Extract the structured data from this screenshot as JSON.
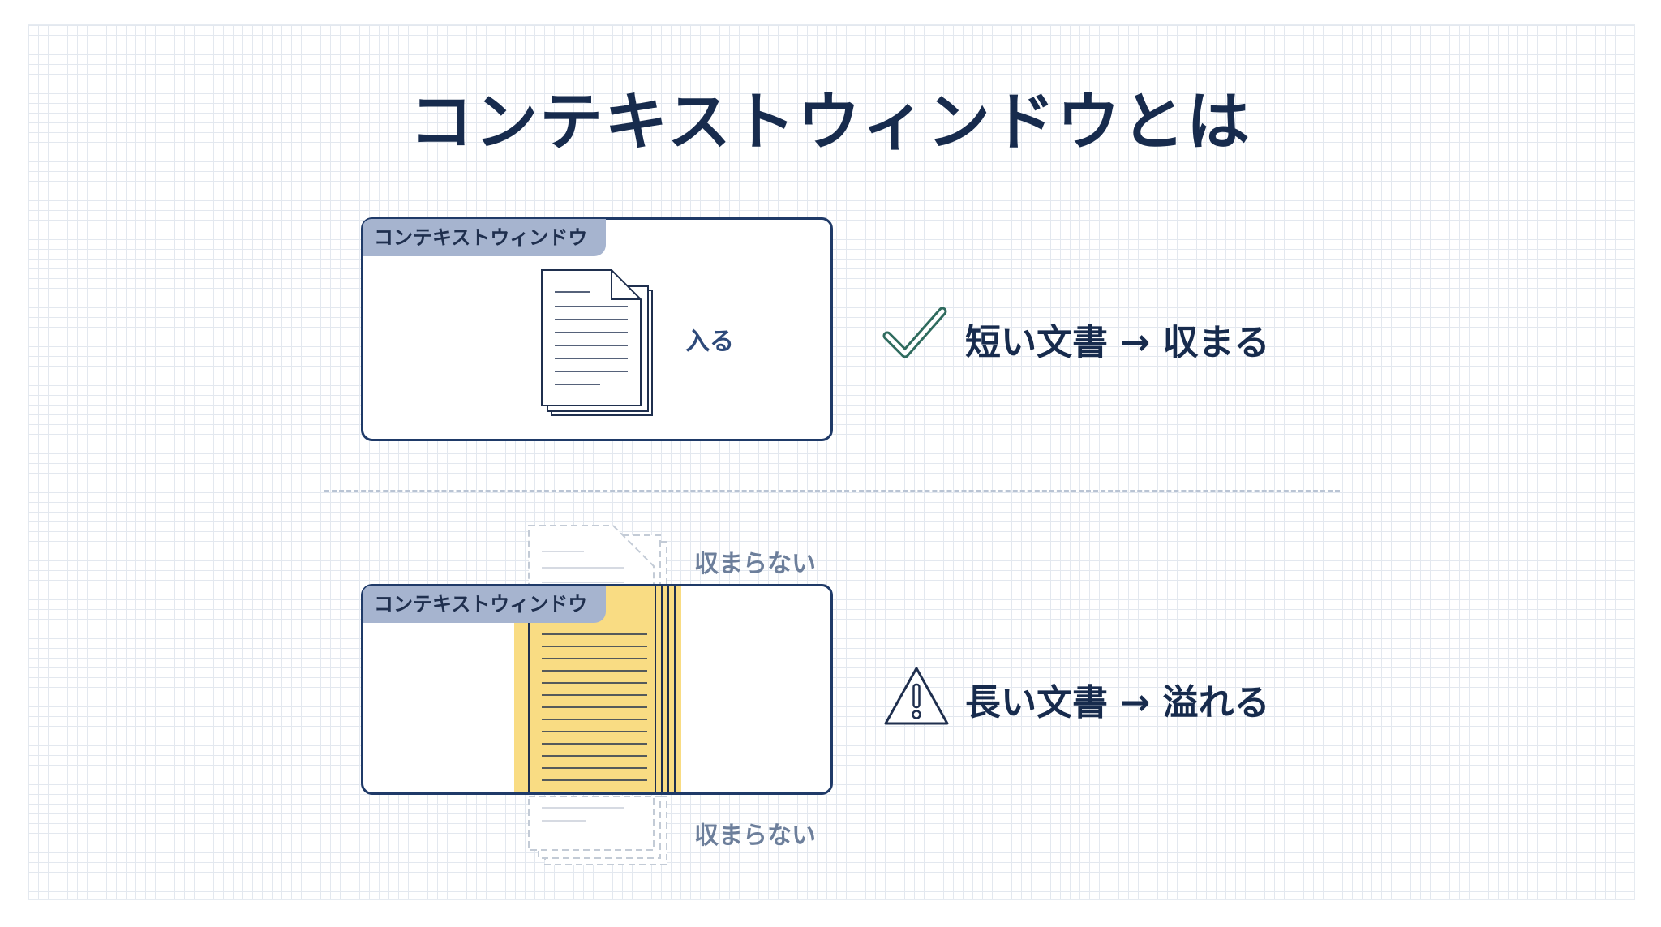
{
  "title": "コンテキストウィンドウとは",
  "top_panel": {
    "window_label": "コンテキストウィンドウ",
    "fit_label": "入る",
    "result_text": "短い文書 → 収まる",
    "result_icon": "check-icon"
  },
  "bottom_panel": {
    "window_label": "コンテキストウィンドウ",
    "overflow_top_label": "収まらない",
    "overflow_bottom_label": "収まらない",
    "result_text": "長い文書 → 溢れる",
    "result_icon": "warning-icon"
  },
  "colors": {
    "navy": "#172b4d",
    "frame": "#1f3a68",
    "label_bg": "#a6b4cf",
    "highlight": "#f9dc83",
    "check": "#2f6b5e",
    "muted": "#6d7f9b"
  }
}
